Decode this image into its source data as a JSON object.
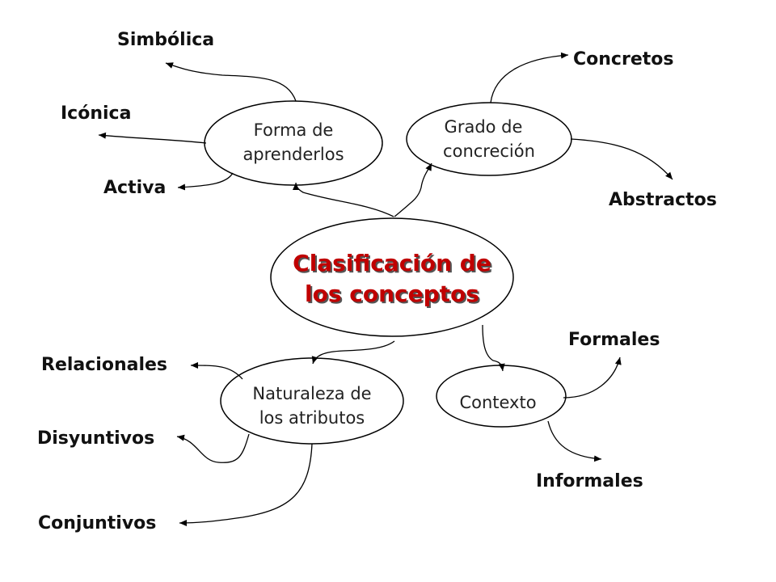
{
  "center": {
    "line1": "Clasificación de",
    "line2": "los conceptos"
  },
  "nodes": {
    "forma": {
      "line1": "Forma de",
      "line2": "aprenderlos"
    },
    "grado": {
      "line1": "Grado de",
      "line2": "concreción"
    },
    "naturaleza": {
      "line1": "Naturaleza de",
      "line2": "los atributos"
    },
    "contexto": {
      "line1": "Contexto"
    }
  },
  "leaves": {
    "simbolica": "Simbólica",
    "iconica": "Icónica",
    "activa": "Activa",
    "concretos": "Concretos",
    "abstractos": "Abstractos",
    "relacionales": "Relacionales",
    "disyuntivos": "Disyuntivos",
    "conjuntivos": "Conjuntivos",
    "formales": "Formales",
    "informales": "Informales"
  },
  "colors": {
    "center_text": "#c00000",
    "line": "#000000"
  }
}
